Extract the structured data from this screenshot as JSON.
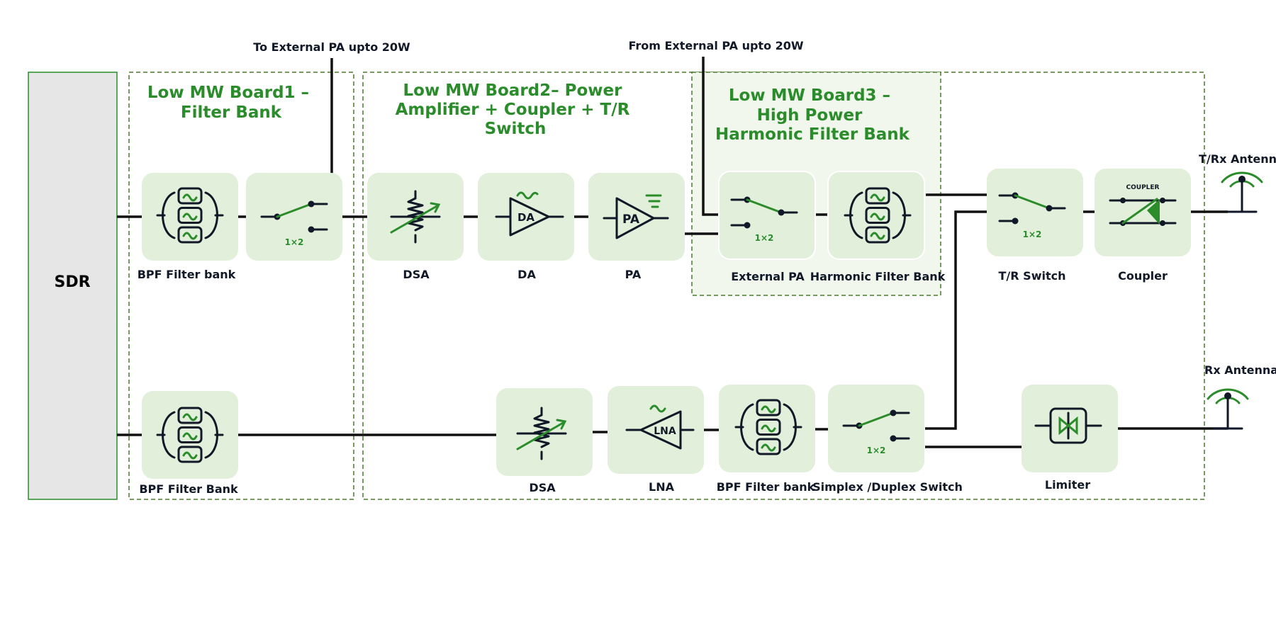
{
  "sdr": {
    "label": "SDR"
  },
  "boards": {
    "board1": {
      "title_lines": [
        "Low MW Board1 –",
        "Filter Bank"
      ]
    },
    "board2": {
      "title_lines": [
        "Low MW  Board2– Power",
        "Amplifier + Coupler + T/R",
        "Switch"
      ]
    },
    "board3": {
      "title_lines": [
        "Low MW Board3 –",
        "High Power",
        "Harmonic Filter Bank"
      ]
    }
  },
  "external": {
    "to_pa": "To External PA upto 20W",
    "from_pa": "From External PA upto 20W"
  },
  "tx_chain": {
    "bpf_label": "BPF Filter bank",
    "switch_tag": "1×2",
    "dsa_label": "DSA",
    "da_label": "DA",
    "da_tag": "DA",
    "pa_label": "PA",
    "pa_tag": "PA",
    "ext_switch_tag": "1×2",
    "ext_pa_label": "External PA",
    "harmonic_label": "Harmonic Filter Bank",
    "tr_switch_tag": "1×2",
    "tr_switch_label": "T/R Switch",
    "coupler_tag": "COUPLER",
    "coupler_label": "Coupler",
    "antenna_label": "T/Rx Antenna"
  },
  "rx_chain": {
    "bpf_left_label": "BPF Filter Bank",
    "dsa_label": "DSA",
    "lna_label": "LNA",
    "lna_tag": "LNA",
    "bpf_label": "BPF Filter bank",
    "switch_tag": "1×2",
    "switch_label": "Simplex /Duplex Switch",
    "limiter_label": "Limiter",
    "antenna_label": "Rx Antenna"
  }
}
